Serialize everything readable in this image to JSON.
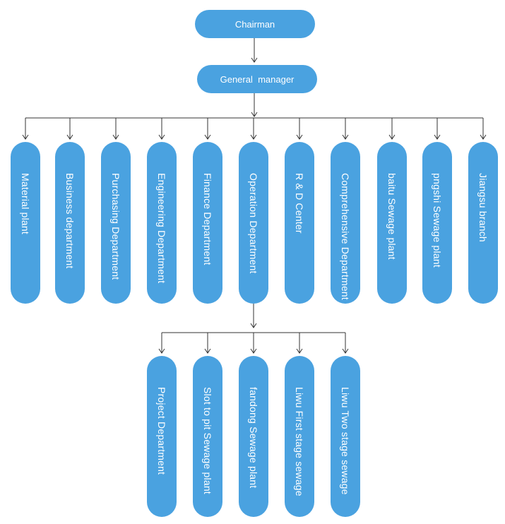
{
  "colors": {
    "node_fill": "#4aa2e0",
    "node_text": "#ffffff",
    "connector": "#333333"
  },
  "chairman": "Chairman",
  "general_manager": "General  manager",
  "departments": [
    "Material plant",
    "Business department",
    "Purchasing Department",
    "Engineering Department",
    "Finance Department",
    "Operation Department",
    "R & D Center",
    "Comprehensive Department",
    "baitu Sewage plant",
    "pngshi Sewage plant",
    "Jiangsu branch"
  ],
  "operation_units": [
    "Project Department",
    "Slot to pit Sewage plant",
    "fandong Sewage plant",
    "Liwu First stage sewage",
    "Liwu Two stage sewage"
  ]
}
